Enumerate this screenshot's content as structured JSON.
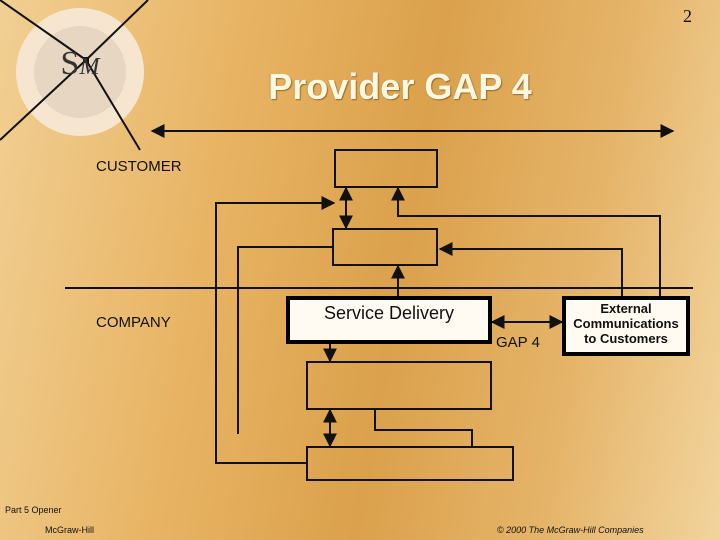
{
  "slide": {
    "page_number": "2",
    "title": "Provider GAP 4",
    "logo": {
      "s": "S",
      "m": "M"
    },
    "labels": {
      "customer": "CUSTOMER",
      "company": "COMPANY",
      "gap": "GAP 4"
    },
    "boxes": {
      "service_delivery": "Service Delivery",
      "external_communications": "External Communications to Customers"
    },
    "footer": {
      "part": "Part 5 Opener",
      "publisher": "McGraw-Hill",
      "copyright": "© 2000 The McGraw-Hill Companies"
    }
  }
}
